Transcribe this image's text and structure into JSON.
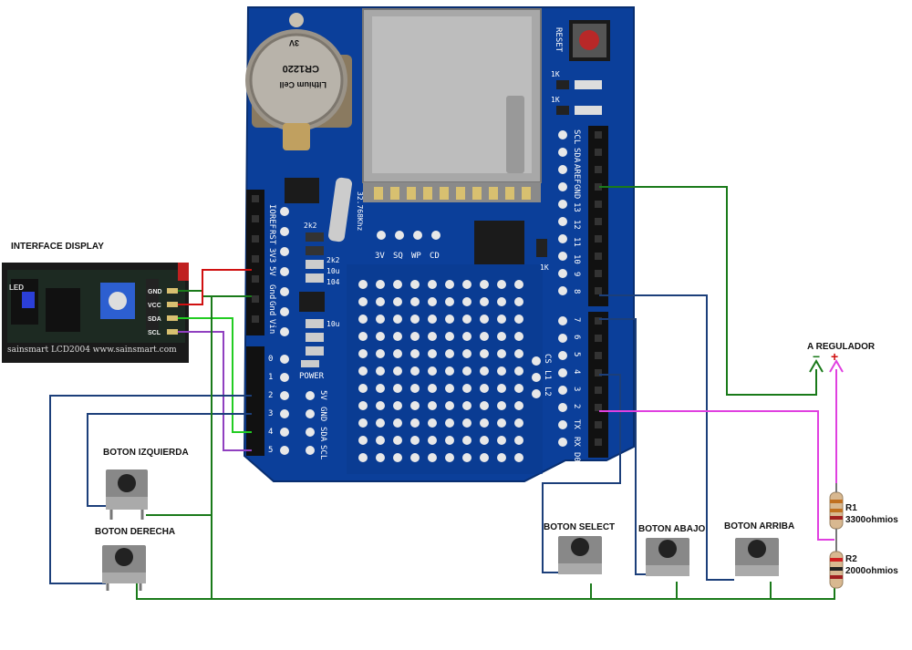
{
  "labels": {
    "interface_display": "INTERFACE DISPLAY",
    "regulador": "A REGULADOR",
    "minus": "−",
    "plus": "+",
    "boton_izquierda": "BOTON IZQUIERDA",
    "boton_derecha": "BOTON DERECHA",
    "boton_select": "BOTON SELECT",
    "boton_abajo": "BOTON ABAJO",
    "boton_arriba": "BOTON ARRIBA",
    "r1_name": "R1",
    "r1_value": "3300ohmios",
    "r2_name": "R2",
    "r2_value": "2000ohmios"
  },
  "lcd_module": {
    "pins": [
      "GND",
      "VCC",
      "SDA",
      "SCL"
    ],
    "led": "LED",
    "brand": "sainsmart  LCD2004  www.sainsmart.com"
  },
  "shield": {
    "reset": "RESET",
    "battery": [
      "3V",
      "CR1220",
      "Lithium Cell"
    ],
    "left_header": [
      "IOREF",
      "RST",
      "3V3",
      "5V",
      "Gnd",
      "Gnd",
      "Vin"
    ],
    "analog_header": [
      "0",
      "1",
      "2",
      "3",
      "4",
      "5"
    ],
    "top_right_header": [
      "SCL",
      "SDA",
      "AREF",
      "GND",
      "13",
      "12",
      "11",
      "10",
      "9",
      "8"
    ],
    "bottom_right_header": [
      "7",
      "6",
      "5",
      "4",
      "3",
      "2",
      "TX",
      "RX",
      "D0"
    ],
    "crystal": "32.768Khz",
    "rtc_pads": [
      "3V",
      "SQ",
      "WP",
      "CD"
    ],
    "i2c_pads": [
      "5V",
      "GND",
      "SDA",
      "SCL"
    ],
    "led_pads": [
      "CS",
      "L1",
      "L2"
    ],
    "res_2k2_a": "2k2",
    "res_2k2_b": "2k2",
    "res_10u": "10u",
    "res_10u_b": "10u",
    "res_104": "104",
    "res_1k": "1K",
    "res_1k_b": "1K",
    "power": "POWER"
  },
  "colors": {
    "board": "#0b3f9a",
    "wire_green": "#1a7a1a",
    "wire_navy": "#1c3f7a",
    "wire_red": "#d01010",
    "wire_lime": "#22cc22",
    "wire_purple": "#9040c0",
    "wire_magenta": "#e040e0"
  }
}
